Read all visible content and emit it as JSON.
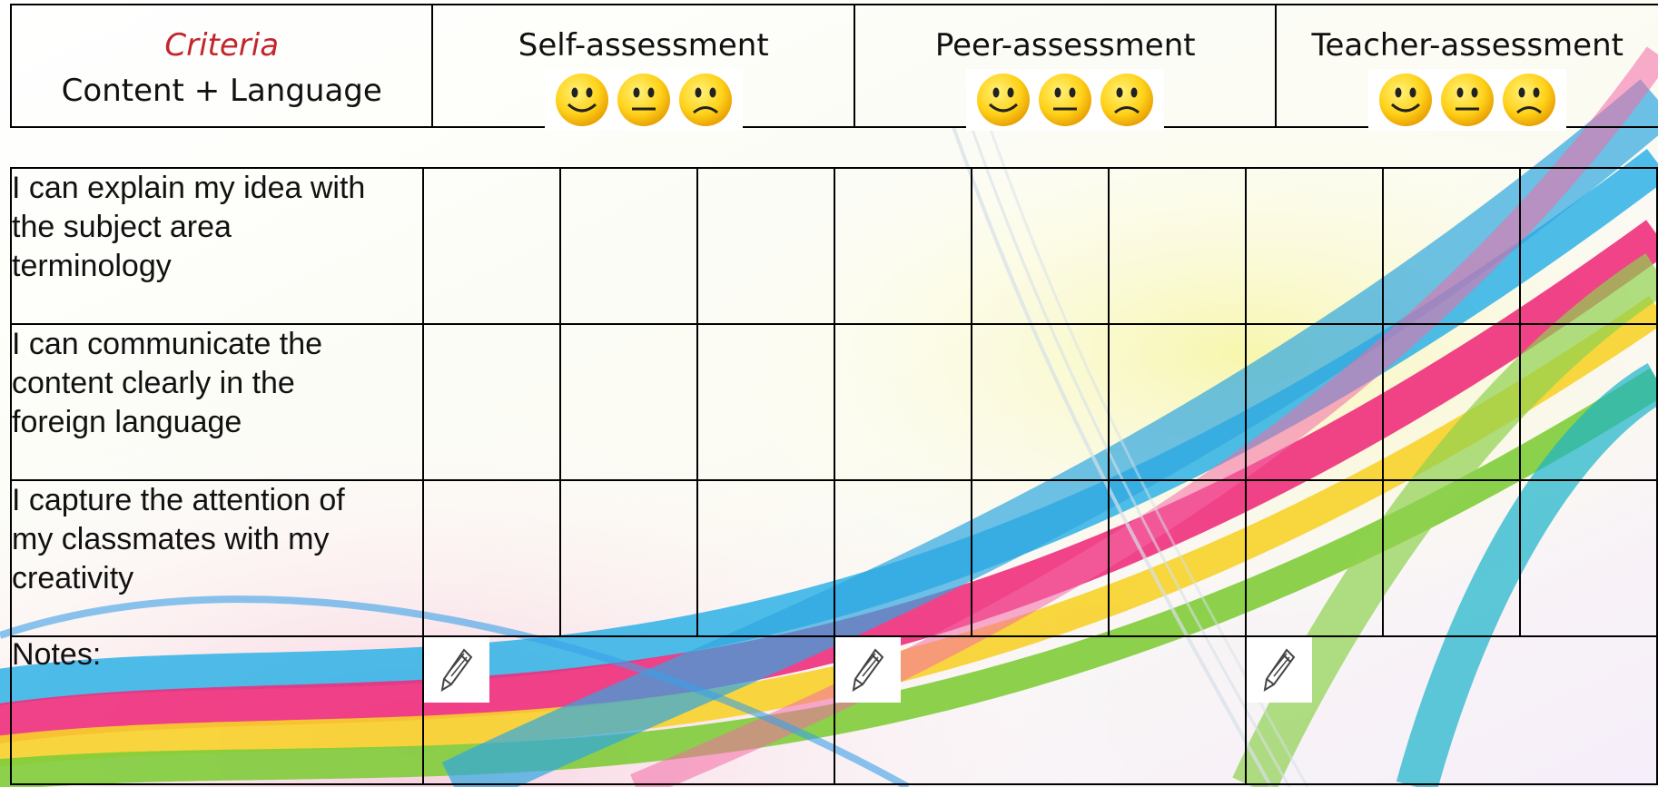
{
  "header": {
    "criteria_title": "Criteria",
    "criteria_subtitle": "Content + Language",
    "columns": [
      {
        "label": "Self-assessment",
        "faces": [
          "happy-face-icon",
          "neutral-face-icon",
          "sad-face-icon"
        ]
      },
      {
        "label": "Peer-assessment",
        "faces": [
          "happy-face-icon",
          "neutral-face-icon",
          "sad-face-icon"
        ]
      },
      {
        "label": "Teacher-assessment",
        "faces": [
          "happy-face-icon",
          "neutral-face-icon",
          "sad-face-icon"
        ]
      }
    ]
  },
  "criteria_rows": [
    {
      "text": "I can explain my idea with the subject area terminology"
    },
    {
      "text": "I can communicate the content clearly in the foreign language"
    },
    {
      "text": "I capture the attention of my classmates with my creativity"
    }
  ],
  "notes": {
    "label": "Notes:",
    "icon": "pencil-icon"
  },
  "colors": {
    "criteria_title": "#c1272d",
    "face_yellow": "#ffd21a",
    "grid_border": "#000000"
  }
}
